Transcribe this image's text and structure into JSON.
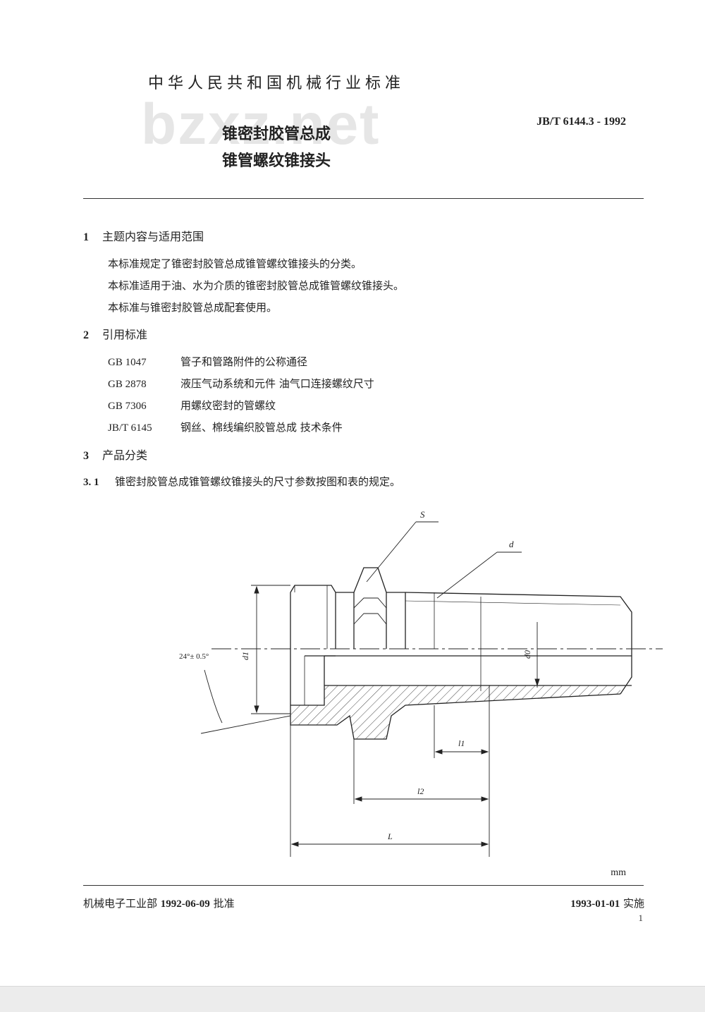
{
  "header": {
    "org": "中华人民共和国机械行业标准",
    "watermark": "bzxz.net",
    "std_code": "JB/T  6144.3 - 1992",
    "title_line1": "锥密封胶管总成",
    "title_line2": "锥管螺纹锥接头"
  },
  "sections": [
    {
      "num": "1",
      "title": "主题内容与适用范围",
      "paragraphs": [
        "本标准规定了锥密封胶管总成锥管螺纹锥接头的分类。",
        "本标准适用于油、水为介质的锥密封胶管总成锥管螺纹锥接头。",
        "本标准与锥密封胶管总成配套使用。"
      ]
    },
    {
      "num": "2",
      "title": "引用标准",
      "references": [
        {
          "code": "GB  1047",
          "text": "管子和管路附件的公称通径"
        },
        {
          "code": "GB  2878",
          "text": "液压气动系统和元件    油气口连接螺纹尺寸"
        },
        {
          "code": "GB  7306",
          "text": "用螺纹密封的管螺纹"
        },
        {
          "code": "JB/T  6145",
          "text": "钢丝、棉线编织胶管总成    技术条件"
        }
      ]
    },
    {
      "num": "3",
      "title": "产品分类"
    }
  ],
  "subsection": {
    "num": "3. 1",
    "text": "锥密封胶管总成锥管螺纹锥接头的尺寸参数按图和表的规定。"
  },
  "drawing": {
    "labels": {
      "S": "S",
      "d": "d",
      "d1": "d1",
      "d0": "d0",
      "angle": "24°± 0.5°",
      "l1": "l1",
      "l2": "l2",
      "L": "L"
    }
  },
  "unit": "mm",
  "footer": {
    "left_org": "机械电子工业部",
    "left_date": "1992-06-09",
    "left_action": "批准",
    "right_date": "1993-01-01",
    "right_action": "实施",
    "page_number": "1"
  }
}
